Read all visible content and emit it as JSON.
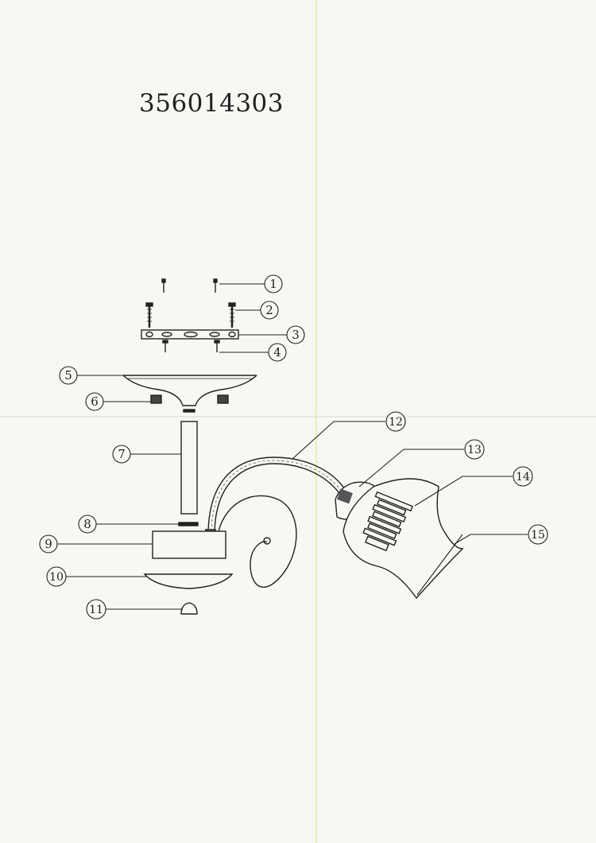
{
  "document": {
    "model_number": "356014303"
  },
  "parts": [
    {
      "num": "1",
      "icon": "small-screw-icon"
    },
    {
      "num": "2",
      "icon": "long-bolt-icon"
    },
    {
      "num": "3",
      "icon": "mounting-bracket-icon"
    },
    {
      "num": "4",
      "icon": "screw-icon"
    },
    {
      "num": "5",
      "icon": "ceiling-canopy-icon"
    },
    {
      "num": "6",
      "icon": "knurled-nut-icon"
    },
    {
      "num": "7",
      "icon": "stem-tube-icon"
    },
    {
      "num": "8",
      "icon": "washer-icon"
    },
    {
      "num": "9",
      "icon": "body-block-icon"
    },
    {
      "num": "10",
      "icon": "bottom-bowl-icon"
    },
    {
      "num": "11",
      "icon": "finial-icon"
    },
    {
      "num": "12",
      "icon": "curved-arm-icon"
    },
    {
      "num": "13",
      "icon": "cup-icon"
    },
    {
      "num": "14",
      "icon": "socket-icon"
    },
    {
      "num": "15",
      "icon": "glass-shade-icon"
    }
  ]
}
